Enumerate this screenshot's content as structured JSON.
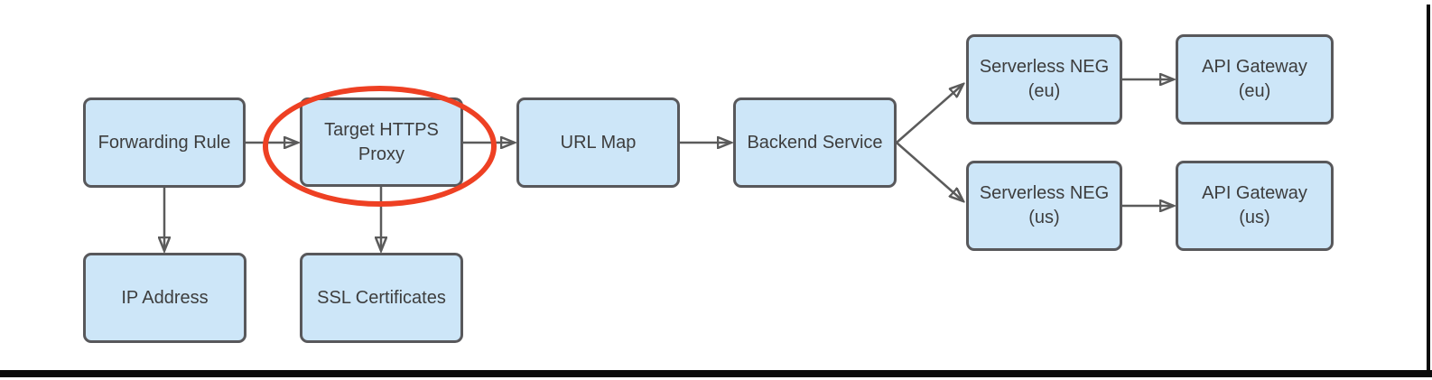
{
  "diagram": {
    "description": "Load balancing architecture flow diagram",
    "nodes": [
      {
        "id": "forwarding-rule",
        "label": "Forwarding Rule",
        "highlighted": false
      },
      {
        "id": "target-https-proxy",
        "label": "Target HTTPS\nProxy",
        "highlighted": true
      },
      {
        "id": "url-map",
        "label": "URL Map",
        "highlighted": false
      },
      {
        "id": "backend-service",
        "label": "Backend Service",
        "highlighted": false
      },
      {
        "id": "serverless-neg-eu",
        "label": "Serverless NEG\n(eu)",
        "highlighted": false
      },
      {
        "id": "api-gateway-eu",
        "label": "API Gateway\n(eu)",
        "highlighted": false
      },
      {
        "id": "serverless-neg-us",
        "label": "Serverless NEG\n(us)",
        "highlighted": false
      },
      {
        "id": "api-gateway-us",
        "label": "API Gateway\n(us)",
        "highlighted": false
      },
      {
        "id": "ip-address",
        "label": "IP Address",
        "highlighted": false
      },
      {
        "id": "ssl-certificates",
        "label": "SSL Certificates",
        "highlighted": false
      }
    ],
    "edges": [
      {
        "from": "forwarding-rule",
        "to": "target-https-proxy"
      },
      {
        "from": "target-https-proxy",
        "to": "url-map"
      },
      {
        "from": "url-map",
        "to": "backend-service"
      },
      {
        "from": "backend-service",
        "to": "serverless-neg-eu"
      },
      {
        "from": "backend-service",
        "to": "serverless-neg-us"
      },
      {
        "from": "serverless-neg-eu",
        "to": "api-gateway-eu"
      },
      {
        "from": "serverless-neg-us",
        "to": "api-gateway-us"
      },
      {
        "from": "forwarding-rule",
        "to": "ip-address"
      },
      {
        "from": "target-https-proxy",
        "to": "ssl-certificates"
      }
    ],
    "colors": {
      "node_fill": "#cde6f8",
      "node_border": "#58585b",
      "arrow": "#5b5b5b",
      "text": "#3d3d3d",
      "highlight_ellipse": "#ee4023",
      "frame_edge": "#0b0b0b"
    }
  }
}
